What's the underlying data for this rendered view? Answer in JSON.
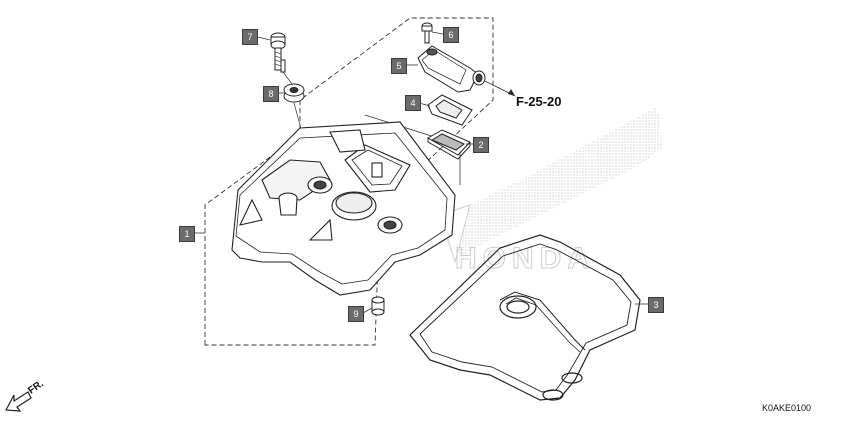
{
  "diagram": {
    "callouts": [
      "1",
      "2",
      "3",
      "4",
      "5",
      "6",
      "7",
      "8",
      "9"
    ],
    "reference": "F-25-20",
    "direction_label": "FR.",
    "diagram_code": "K0AKE0100",
    "watermark": "HONDA"
  }
}
